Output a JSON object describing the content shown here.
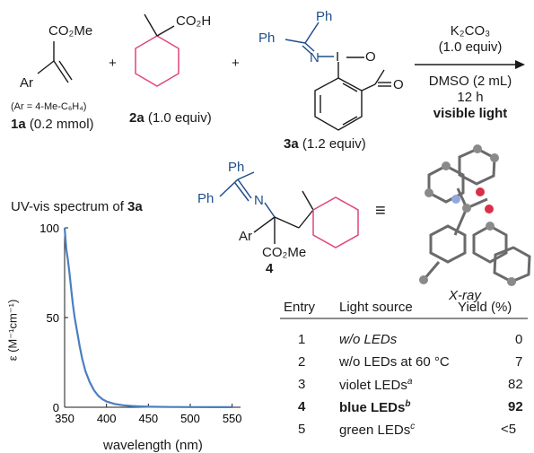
{
  "scheme": {
    "r1": {
      "ester": "CO₂Me",
      "ar": "Ar",
      "ar_def": "(Ar = 4-Me-C₆H₄)",
      "label": "1a",
      "amount": "(0.2 mmol)"
    },
    "plus": "+",
    "r2": {
      "acid": "CO₂H",
      "label": "2a",
      "amount": "(1.0 equiv)"
    },
    "r3": {
      "ph1": "Ph",
      "ph2": "Ph",
      "n": "N",
      "i": "I",
      "o1": "O",
      "o2": "O",
      "label": "3a",
      "amount": "(1.2 equiv)"
    },
    "conditions": {
      "base": "K₂CO₃",
      "base_equiv": "(1.0 equiv)",
      "solvent": "DMSO (2 mL)",
      "time": "12 h",
      "light": "visible light"
    }
  },
  "product": {
    "ph1": "Ph",
    "ph2": "Ph",
    "n": "N",
    "ar": "Ar",
    "ester": "CO₂Me",
    "label": "4",
    "equiv_symbol": "≡",
    "xray_label": "X-ray"
  },
  "spectrum": {
    "title_prefix": "UV-vis spectrum of ",
    "title_compound": "3a",
    "ylabel": "ε (M⁻¹cm⁻¹)",
    "xlabel": "wavelength (nm)"
  },
  "chart_data": {
    "type": "line",
    "x": [
      350,
      352,
      354,
      356,
      358,
      360,
      362,
      365,
      368,
      371,
      375,
      380,
      385,
      390,
      395,
      400,
      410,
      420,
      430,
      440,
      450,
      475,
      500,
      525,
      550
    ],
    "series": [
      {
        "values": [
          100,
          88,
          82,
          74,
          65,
          57,
          50,
          42,
          34,
          27,
          20,
          14,
          9.5,
          6.5,
          4.5,
          3.2,
          1.8,
          1.1,
          0.7,
          0.45,
          0.3,
          0.15,
          0.08,
          0.05,
          0.03
        ]
      }
    ],
    "xticks": [
      350,
      400,
      450,
      500,
      550
    ],
    "yticks": [
      0,
      50,
      100
    ],
    "xlim": [
      350,
      560
    ],
    "ylim": [
      0,
      100
    ],
    "line_color": "#4a7fc1",
    "grid": false
  },
  "table": {
    "headers": [
      "Entry",
      "Light source",
      "Yield (%)"
    ],
    "rows": [
      {
        "entry": "1",
        "source": "w/o LEDs",
        "note": "",
        "yield": "0"
      },
      {
        "entry": "2",
        "source": "w/o LEDs at 60 °C",
        "note": "",
        "yield": "7"
      },
      {
        "entry": "3",
        "source": "violet LEDs",
        "note": "a",
        "yield": "82"
      },
      {
        "entry": "4",
        "source": "blue LEDs",
        "note": "b",
        "yield": "92"
      },
      {
        "entry": "5",
        "source": "green LEDs",
        "note": "c",
        "yield": "<5"
      }
    ]
  },
  "colors": {
    "blue": "#1f4e8c",
    "pink": "#e0457b",
    "line": "#4a7fc1"
  }
}
